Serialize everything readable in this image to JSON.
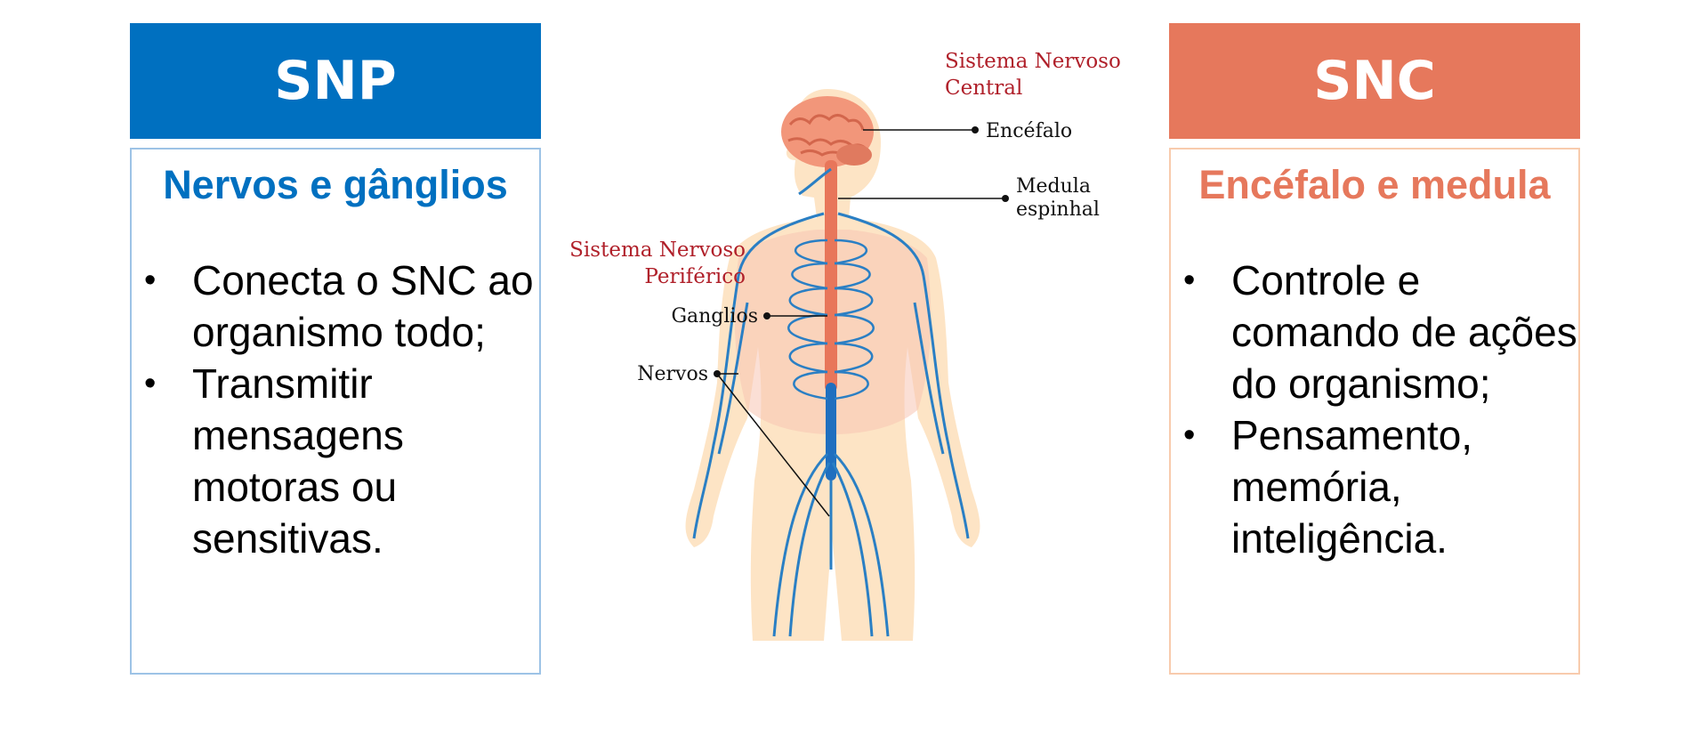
{
  "snp": {
    "title": "SNP",
    "subtitle": "Nervos e gânglios",
    "bullets": [
      "Conecta o SNC ao organismo todo;",
      "Transmitir mensagens motoras ou sensitivas."
    ],
    "color": "#0070c0"
  },
  "snc": {
    "title": "SNC",
    "subtitle": "Encéfalo e medula",
    "bullets": [
      "Controle e comando de ações do organismo;",
      "Pensamento, memória, inteligência."
    ],
    "color": "#e6785c"
  },
  "diagram": {
    "central_label_line1": "Sistema Nervoso",
    "central_label_line2": "Central",
    "encefalo": "Encéfalo",
    "medula_line1": "Medula",
    "medula_line2": "espinhal",
    "peripheral_label_line1": "Sistema Nervoso",
    "peripheral_label_line2": "Periférico",
    "ganglios": "Ganglios",
    "nervos": "Nervos"
  }
}
